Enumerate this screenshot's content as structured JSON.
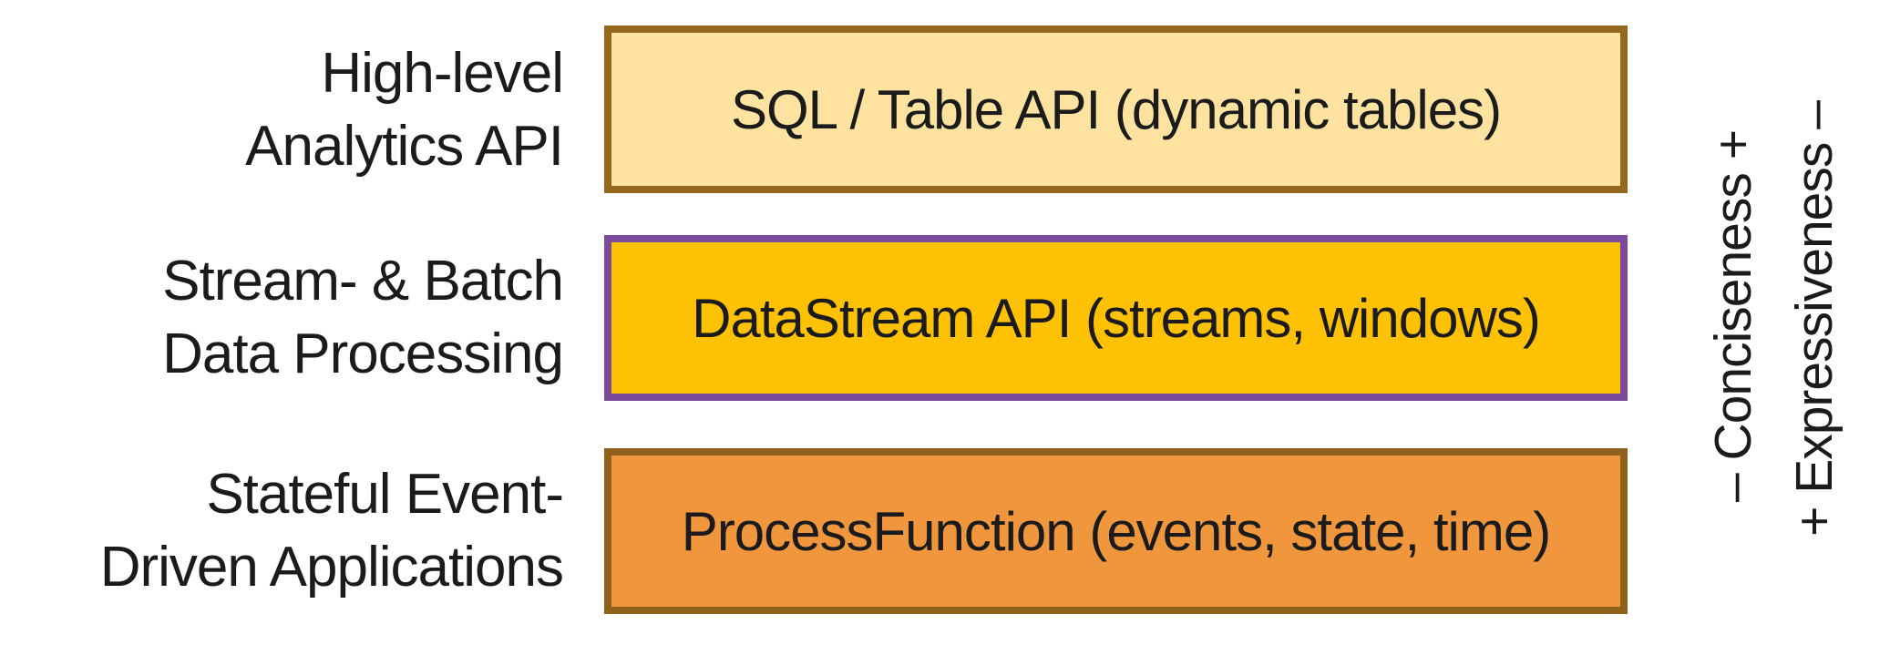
{
  "diagram": {
    "title_semantic": "Apache Flink layered APIs",
    "background_color": "#ffffff",
    "text_color": "#1b1b1b",
    "rows": [
      {
        "label_line1": "High-level",
        "label_line2": "Analytics API",
        "box": {
          "text": "SQL / Table API (dynamic tables)",
          "fill": "#FDE2A0",
          "border": "#96671E"
        }
      },
      {
        "label_line1": "Stream- & Batch",
        "label_line2": "Data Processing",
        "box": {
          "text": "DataStream API (streams, windows)",
          "fill": "#FFC103",
          "border": "#7A4B9C"
        }
      },
      {
        "label_line1": "Stateful Event-",
        "label_line2": "Driven Applications",
        "box": {
          "text": "ProcessFunction (events, state, time)",
          "fill": "#F0973E",
          "border": "#8D611C"
        }
      }
    ],
    "axes": [
      {
        "text": "– Conciseness +"
      },
      {
        "text": "+ Expressiveness –"
      }
    ]
  }
}
